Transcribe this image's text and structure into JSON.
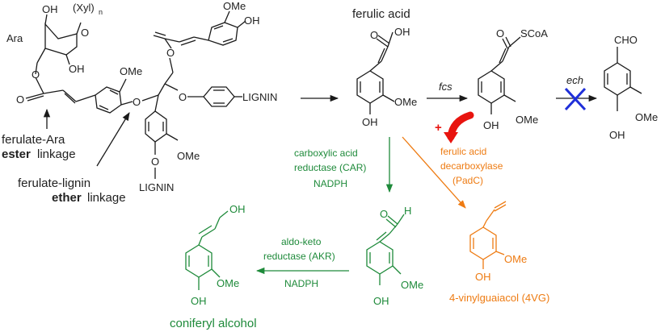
{
  "colors": {
    "ink": "#1a1a1a",
    "green": "#1e8a3a",
    "orange": "#ee7b12",
    "red_arrow": "#e8140f",
    "blue_cross": "#1f2fd9"
  },
  "polymer": {
    "ara": "Ara",
    "xyl": "(Xyl)",
    "xyl_sub": "n",
    "ring_oh_1": "OH",
    "ring_oh_2": "OH",
    "ring_o": "O",
    "ome_1": "OMe",
    "ome_2": "OMe",
    "ome_3": "OMe",
    "oh_top": "OH",
    "o_ester": "O",
    "o_link_1": "O",
    "o_link_2": "O",
    "o_link_3": "O",
    "o_carbonyl": "O",
    "o_lignin": "O",
    "lignin_1": "LIGNIN",
    "lignin_2": "LIGNIN"
  },
  "annotations": {
    "ester_line1": "ferulate-Ara",
    "ester_line2": "ester",
    "ester_line2b": "linkage",
    "ether_line1": "ferulate-lignin",
    "ether_line2": "ether",
    "ether_line2b": "linkage"
  },
  "ferulic_acid": {
    "title": "ferulic acid",
    "oh": "OH",
    "o": "O",
    "ome": "OMe",
    "ring_oh": "OH"
  },
  "feruloyl_coa": {
    "o": "O",
    "scoa": "SCoA",
    "ome": "OMe",
    "ring_oh": "OH"
  },
  "vanillin": {
    "cho": "CHO",
    "ome": "OMe",
    "ring_oh": "OH"
  },
  "enzymes": {
    "fcs": "fcs",
    "ech": "ech",
    "car_line1": "carboxylic acid",
    "car_line2": "reductase (CAR)",
    "car_cofactor": "NADPH",
    "padc_line1": "ferulic acid",
    "padc_line2": "decarboxylase",
    "padc_line3": "(PadC)",
    "akr_line1": "aldo-keto",
    "akr_line2": "reductase (AKR)",
    "akr_cofactor": "NADPH"
  },
  "aldehyde": {
    "o": "O",
    "h": "H",
    "ome": "OMe",
    "ring_oh": "OH"
  },
  "vinylguaiacol": {
    "name": "4-vinylguaiacol (4VG)",
    "ome": "OMe",
    "ring_oh": "OH"
  },
  "coniferyl": {
    "name": "coniferyl alcohol",
    "oh": "OH",
    "ome": "OMe",
    "ring_oh": "OH"
  },
  "red_marker": "+"
}
